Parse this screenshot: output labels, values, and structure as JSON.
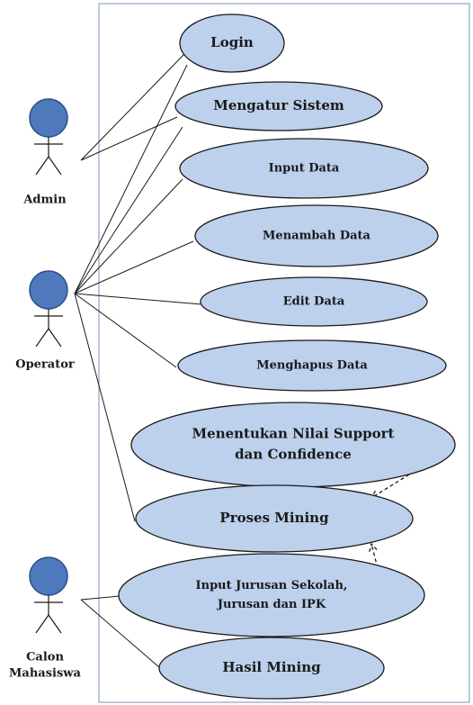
{
  "diagram": {
    "actors": [
      {
        "id": "admin",
        "label_lines": [
          "Admin"
        ]
      },
      {
        "id": "operator",
        "label_lines": [
          "Operator"
        ]
      },
      {
        "id": "calon",
        "label_lines": [
          "Calon",
          "Mahasiswa"
        ]
      }
    ],
    "use_cases": [
      {
        "id": "login",
        "label_lines": [
          "Login"
        ]
      },
      {
        "id": "mengatur",
        "label_lines": [
          "Mengatur Sistem"
        ]
      },
      {
        "id": "input-data",
        "label_lines": [
          "Input Data"
        ]
      },
      {
        "id": "menambah",
        "label_lines": [
          "Menambah Data"
        ]
      },
      {
        "id": "edit",
        "label_lines": [
          "Edit Data"
        ]
      },
      {
        "id": "menghapus",
        "label_lines": [
          "Menghapus Data"
        ]
      },
      {
        "id": "nilai",
        "label_lines": [
          "Menentukan Nilai Support",
          "dan Confidence"
        ]
      },
      {
        "id": "proses",
        "label_lines": [
          "Proses Mining"
        ]
      },
      {
        "id": "input-jurusan",
        "label_lines": [
          "Input Jurusan Sekolah,",
          "Jurusan dan IPK"
        ]
      },
      {
        "id": "hasil",
        "label_lines": [
          "Hasil Mining"
        ]
      }
    ],
    "associations": [
      [
        "admin",
        "login"
      ],
      [
        "admin",
        "mengatur"
      ],
      [
        "operator",
        "login"
      ],
      [
        "operator",
        "mengatur"
      ],
      [
        "operator",
        "input-data"
      ],
      [
        "operator",
        "menambah"
      ],
      [
        "operator",
        "edit"
      ],
      [
        "operator",
        "menghapus"
      ],
      [
        "operator",
        "proses"
      ],
      [
        "calon",
        "input-jurusan"
      ],
      [
        "calon",
        "hasil"
      ]
    ],
    "dependencies": [
      {
        "from": "nilai",
        "to": "proses"
      },
      {
        "from": "input-jurusan",
        "to": "proses"
      }
    ]
  }
}
